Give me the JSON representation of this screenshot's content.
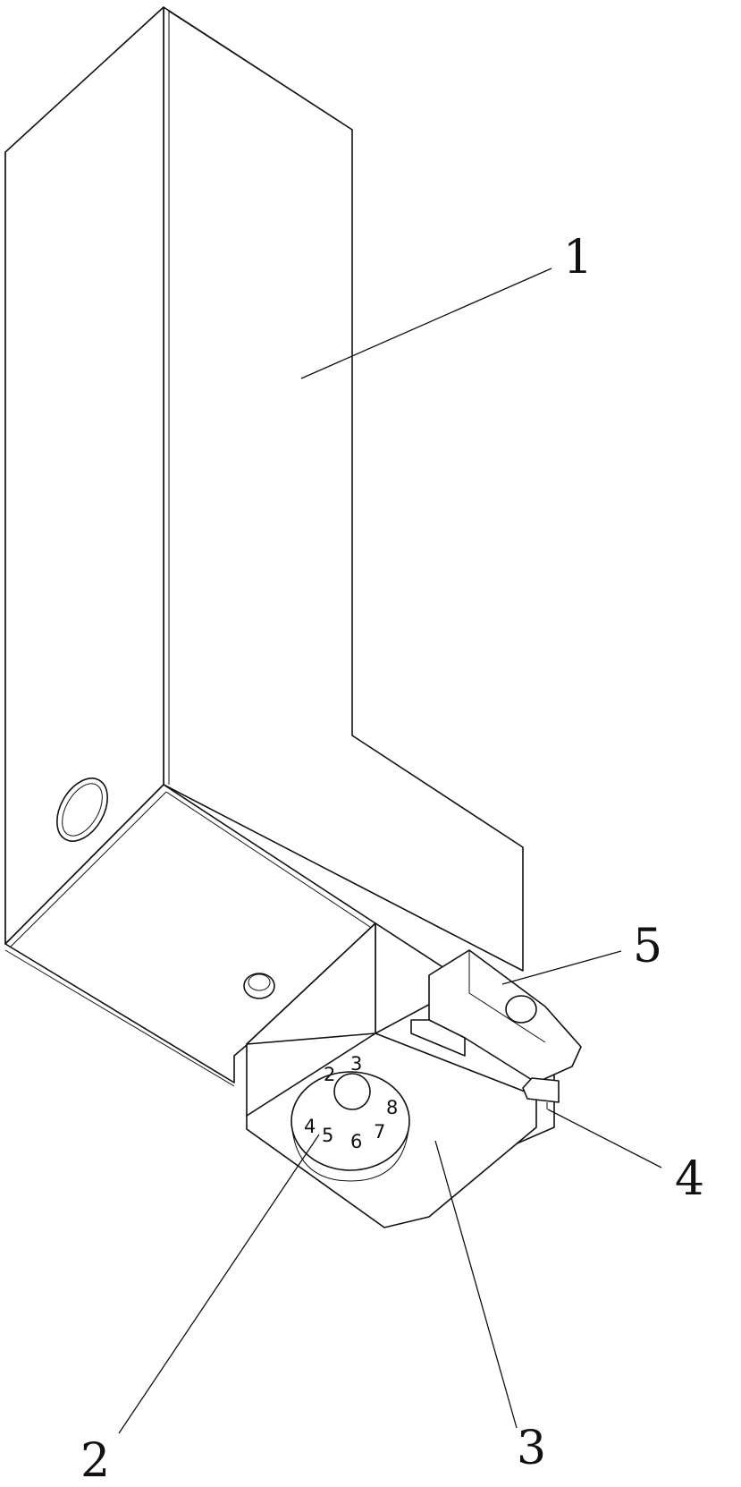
{
  "callouts": [
    {
      "id": "1",
      "label": "1"
    },
    {
      "id": "2",
      "label": "2"
    },
    {
      "id": "3",
      "label": "3"
    },
    {
      "id": "4",
      "label": "4"
    },
    {
      "id": "5",
      "label": "5"
    }
  ],
  "dial": {
    "digits": [
      "2",
      "3",
      "4",
      "5",
      "6",
      "7",
      "8"
    ]
  }
}
